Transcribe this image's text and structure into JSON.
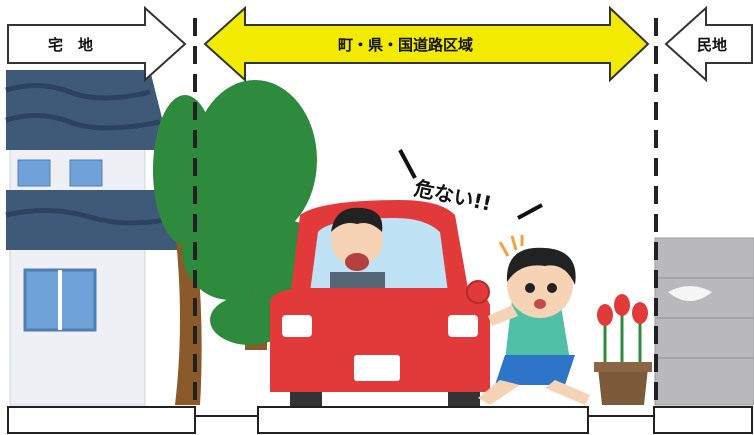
{
  "zones": {
    "residential_left": "宅　地",
    "road": "町・県・国道路区域",
    "private_right": "民地"
  },
  "exclamation": "危ない!!",
  "colors": {
    "road_arrow": "#f2ea00",
    "car": "#e23a3a",
    "tree": "#2e8b3d",
    "roof": "#3f5a78",
    "wall": "#b9b9bb",
    "boy_shirt": "#4fc0a6"
  }
}
